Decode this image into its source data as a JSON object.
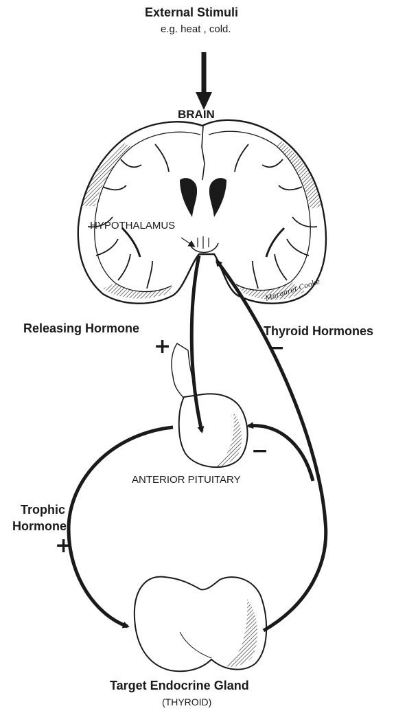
{
  "colors": {
    "ink": "#1a1a1a",
    "background": "#ffffff"
  },
  "header": {
    "title": "External Stimuli",
    "subtitle": "e.g. heat , cold."
  },
  "labels": {
    "brain": "BRAIN",
    "hypothalamus": "HYPOTHALAMUS",
    "releasing_hormone": "Releasing Hormone",
    "releasing_sign": "+",
    "thyroid_hormones": "Thyroid Hormones",
    "thyroid_sign": "−",
    "pituitary_feedback_sign": "−",
    "anterior_pituitary": "ANTERIOR PITUITARY",
    "trophic_line1": "Trophic",
    "trophic_line2": "Hormone",
    "trophic_sign": "+",
    "target_gland": "Target Endocrine Gland",
    "target_gland_sub": "(THYROID)"
  },
  "signature": "Margaret Cooke",
  "icons": [
    "brain-illustration",
    "pituitary-illustration",
    "thyroid-illustration"
  ]
}
